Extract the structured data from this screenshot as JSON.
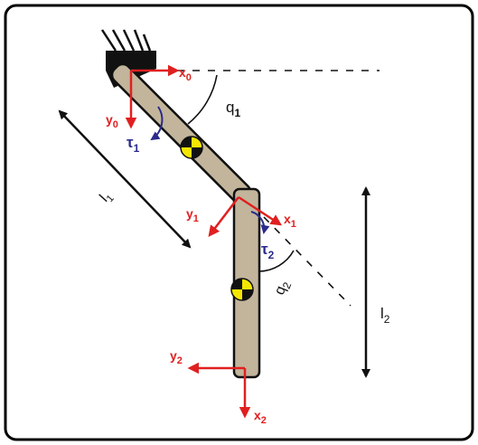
{
  "colors": {
    "frame": "#000000",
    "link_fill": "#c2b59b",
    "axis": "#e02020",
    "torque": "#2a2a8c",
    "com_yellow": "#f5e600"
  },
  "labels": {
    "x0": {
      "base": "x",
      "sub": "0"
    },
    "y0": {
      "base": "y",
      "sub": "0"
    },
    "x1": {
      "base": "x",
      "sub": "1"
    },
    "y1": {
      "base": "y",
      "sub": "1"
    },
    "x2": {
      "base": "x",
      "sub": "2"
    },
    "y2": {
      "base": "y",
      "sub": "2"
    },
    "tau1": {
      "base": "τ",
      "sub": "1"
    },
    "tau2": {
      "base": "τ",
      "sub": "2"
    },
    "q1": {
      "base": "q",
      "sub": "1"
    },
    "q2": {
      "base": "q",
      "sub": "2"
    },
    "l1": {
      "base": "l",
      "sub": "1"
    },
    "l2": {
      "base": "l",
      "sub": "2"
    }
  }
}
